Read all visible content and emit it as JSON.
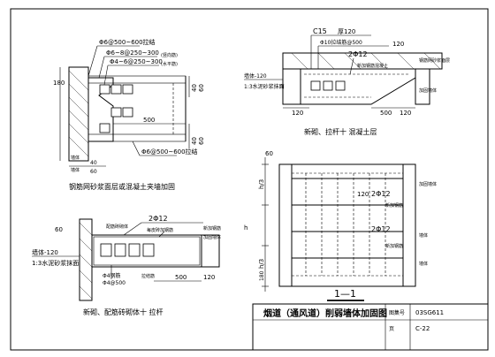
{
  "drawing_title": "烟道（通风道）削弱墙体加固图",
  "title_block": {
    "atlas_label": "图集号",
    "atlas_no": "03SG611",
    "page_label": "页",
    "page_no": "C-22"
  },
  "detail_a": {
    "caption": "钢筋网砂浆面层或混凝土夹墙加固",
    "mesh_top": "Φ6@500~600拉结",
    "bars_1": "Φ6~8@250~300",
    "bars_2": "Φ4~6@250~300",
    "note_1": "(竖向筋)",
    "note_2": "(水平筋)",
    "mesh_bottom": "Φ6@500~600拉结",
    "dim_180": "180",
    "dim_500": "500",
    "dim_40a": "40",
    "dim_60a": "60",
    "dim_40b": "40",
    "dim_60b": "60",
    "dim_40c": "40",
    "dim_60c": "60",
    "lbl_wall": "墙体",
    "lbl_wall2": "墙体"
  },
  "detail_b": {
    "caption": "新砌、拉杆十 混凝土层",
    "grade": "C15",
    "thickness": "厚120",
    "bars_top": "Φ10拉结筋@500",
    "bars_top_2": "120",
    "bars_main": "2Φ12",
    "lbl_new": "新加钢筋混凝土",
    "lbl_mortar": "钢筋网砂浆面层",
    "lbl_wall": "加固墙体",
    "lbl_bond": "墙体-120",
    "ratio": "1:3水泥砂浆抹面",
    "dim_120": "120",
    "dim_500": "500",
    "dim_120b": "120"
  },
  "detail_c": {
    "caption": "新砌、配筋砖砌体十 拉杆",
    "bond": "墙体-120",
    "ratio": "1:3水泥砂浆抹面",
    "bars_main": "2Φ12",
    "lbl_fill": "配筋砖砌体",
    "lbl_rebar": "每皮砖加钢筋",
    "lbl_new": "新加钢筋",
    "lbl_wall": "加固墙体",
    "bars_tie": "Φ4钢筋",
    "bars_tie_2": "Φ4@500",
    "lbl_tie": "拉结筋",
    "dim_500": "500",
    "dim_120": "120",
    "dim_60": "60"
  },
  "detail_d": {
    "caption": "1—1",
    "dim_60": "60",
    "dim_h": "h",
    "dim_h3a": "h/3",
    "dim_h3b": "h/3",
    "dim_120": "120",
    "dim_180": "180",
    "bars_1": "2Φ12",
    "bars_2": "2Φ12",
    "lbl_a": "加固墙体",
    "lbl_b": "新加钢筋",
    "lbl_c": "墙体",
    "lbl_d": "新加钢筋",
    "lbl_e": "墙体"
  }
}
